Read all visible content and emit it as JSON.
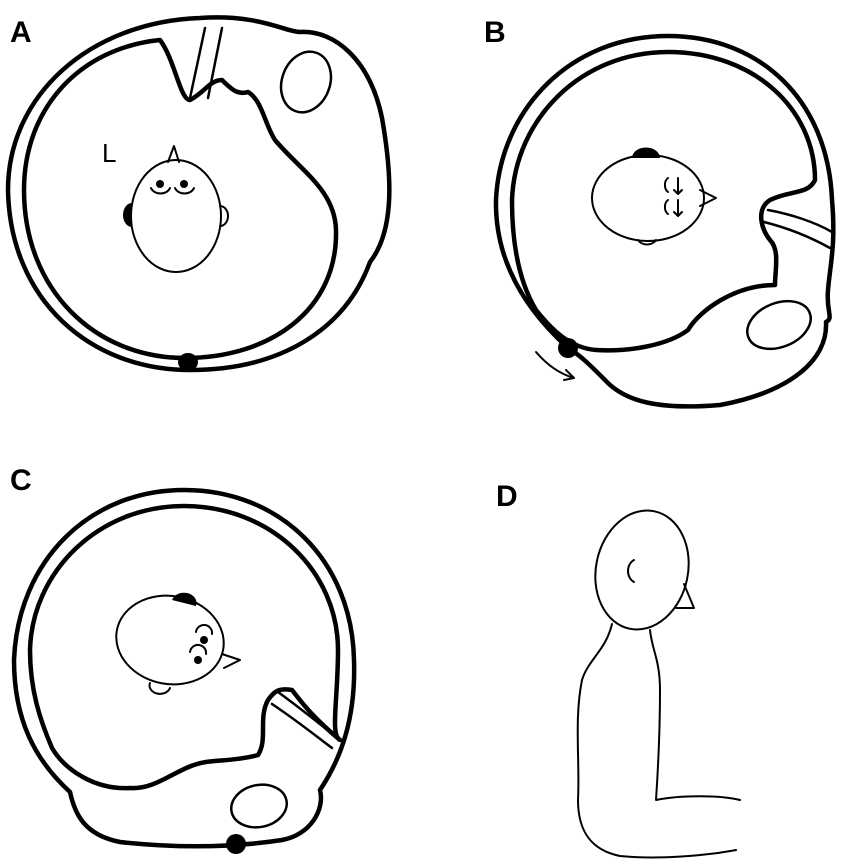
{
  "panels": [
    {
      "id": "A",
      "label": "A",
      "annotation": "L"
    },
    {
      "id": "B",
      "label": "B"
    },
    {
      "id": "C",
      "label": "C"
    },
    {
      "id": "D",
      "label": "D"
    }
  ],
  "colors": {
    "stroke": "#000000",
    "background": "#ffffff"
  }
}
